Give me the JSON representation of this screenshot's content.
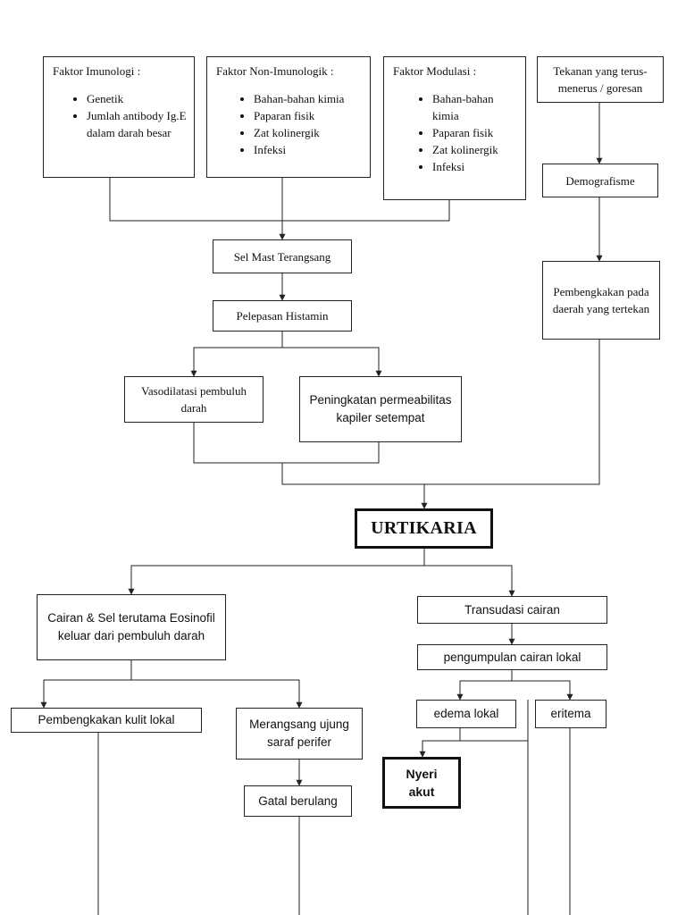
{
  "factors": [
    {
      "title": "Faktor Imunologi :",
      "items": [
        "Genetik",
        "Jumlah antibody Ig.E dalam darah besar"
      ]
    },
    {
      "title": "Faktor Non-Imunologik :",
      "items": [
        "Bahan-bahan kimia",
        "Paparan fisik",
        "Zat kolinergik",
        "Infeksi"
      ]
    },
    {
      "title": "Faktor Modulasi :",
      "items": [
        "Bahan-bahan kimia",
        "Paparan fisik",
        "Zat kolinergik",
        "Infeksi"
      ]
    }
  ],
  "nodes": {
    "tekanan": "Tekanan yang terus-menerus / goresan",
    "demografisme": "Demografisme",
    "pembengkakan_tertekan": "Pembengkakan pada daerah yang tertekan",
    "sel_mast": "Sel Mast Terangsang",
    "histamin": "Pelepasan Histamin",
    "vasodilatasi": "Vasodilatasi pembuluh darah",
    "permeabilitas": "Peningkatan permeabilitas kapiler setempat",
    "urtikaria": "URTIKARIA",
    "cairan_sel": "Cairan & Sel terutama Eosinofil keluar dari pembuluh darah",
    "transudasi": "Transudasi cairan",
    "pengumpulan": "pengumpulan cairan lokal",
    "pembengkakan_kulit": "Pembengkakan kulit lokal",
    "merangsang": "Merangsang ujung saraf perifer",
    "gatal": "Gatal berulang",
    "edema": "edema lokal",
    "eritema": "eritema",
    "nyeri": "Nyeri akut"
  }
}
